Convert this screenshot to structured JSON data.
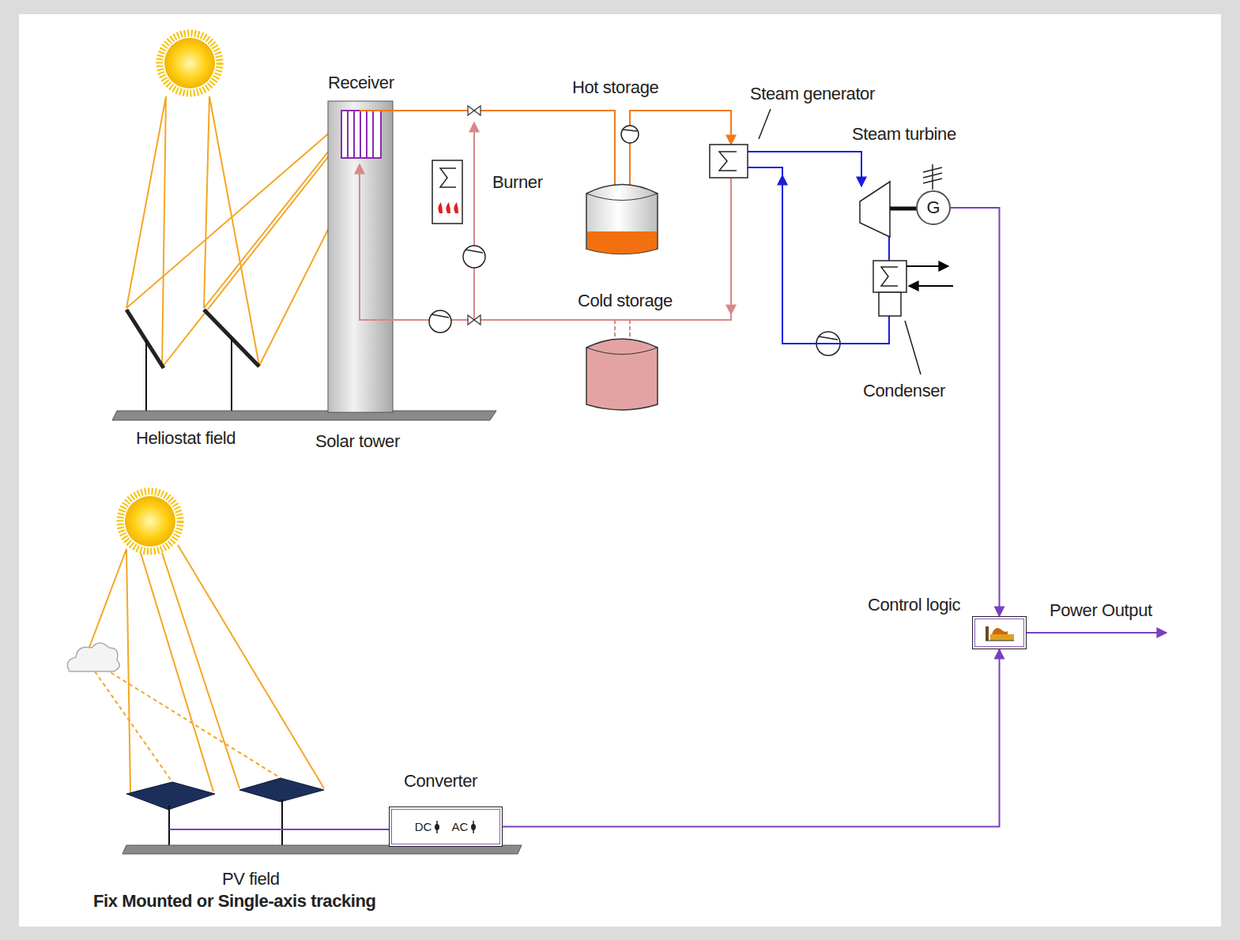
{
  "diagram": {
    "nodes": [
      {
        "text": [
          "G"
        ]
      },
      {
        "text": [
          "Control logic"
        ]
      },
      {
        "text": [
          "Converter",
          "DC",
          "AC"
        ]
      }
    ],
    "edges": [
      {
        "from": 0,
        "to": 1,
        "arrow": "to"
      },
      {
        "from": 2,
        "to": 1,
        "arrow": "to"
      }
    ],
    "labels": [
      "Receiver",
      "Hot storage",
      "Steam generator",
      "Steam turbine",
      "Burner",
      "Cold storage",
      "Condenser",
      "Heliostat field",
      "Solar tower",
      "Power Output",
      "PV field",
      "Fix Mounted or Single-axis tracking"
    ]
  }
}
